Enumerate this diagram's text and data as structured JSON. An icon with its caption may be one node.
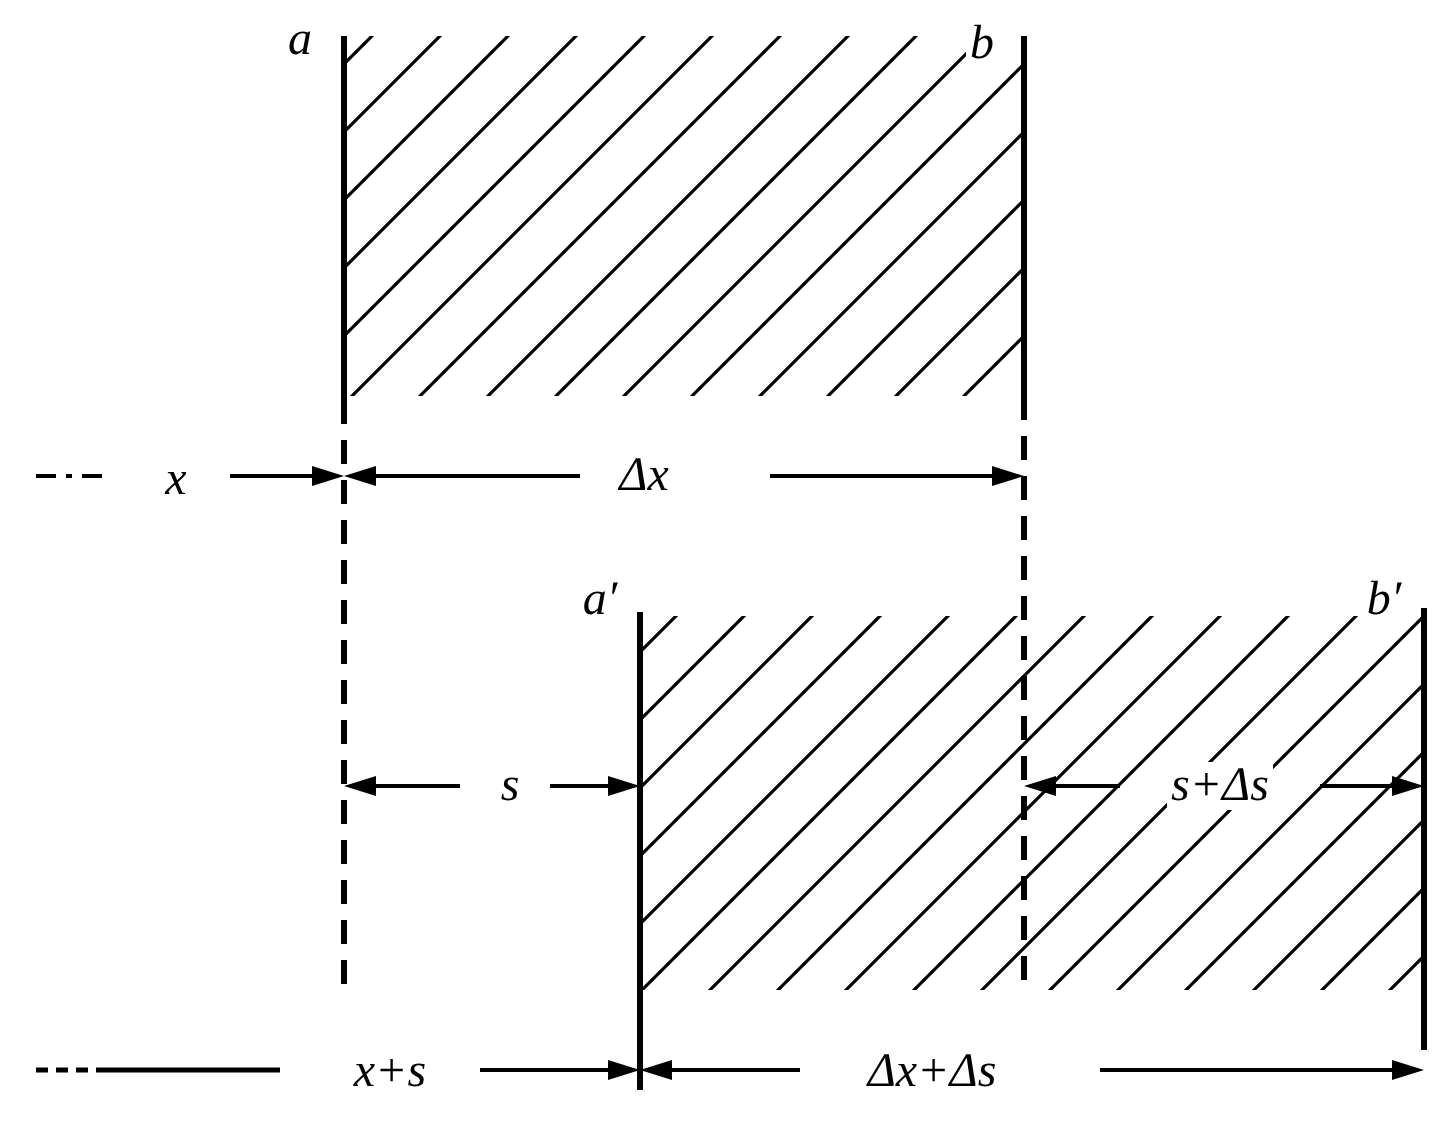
{
  "diagram": {
    "labels": [
      "a",
      "b",
      "x",
      "Δx",
      "a′",
      "b′",
      "s",
      "s+Δs",
      "x+s",
      "Δx+Δs"
    ]
  }
}
